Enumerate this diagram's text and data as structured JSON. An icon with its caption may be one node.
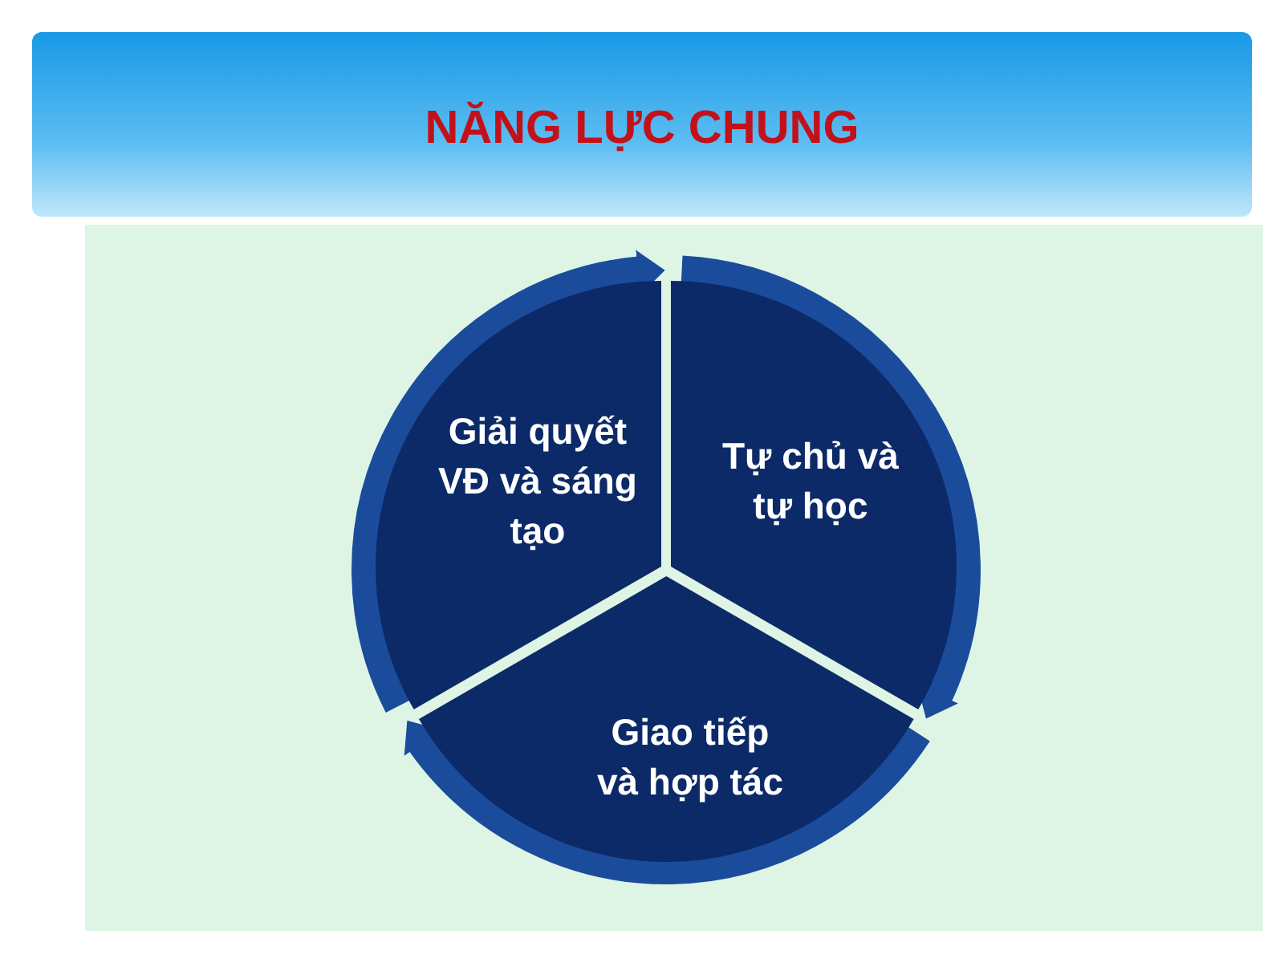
{
  "diagram": {
    "title": "NĂNG LỰC CHUNG",
    "nodes": [
      {
        "text": [
          "Giải quyết VĐ và sáng tạo"
        ]
      },
      {
        "text": [
          "Tự chủ và tự học"
        ]
      },
      {
        "text": [
          "Giao tiếp và hợp tác"
        ]
      }
    ],
    "edges": [
      {
        "from": 0,
        "to": 1,
        "arrow": "to"
      },
      {
        "from": 1,
        "to": 2,
        "arrow": "to"
      },
      {
        "from": 2,
        "to": 0,
        "arrow": "to"
      }
    ]
  }
}
